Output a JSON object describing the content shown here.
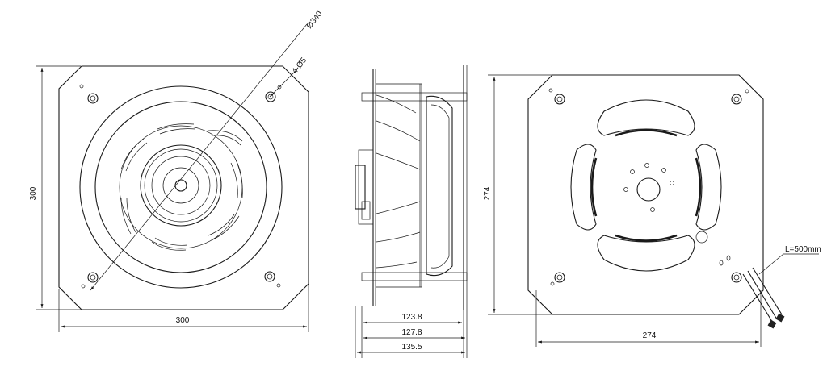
{
  "drawing": {
    "front_view": {
      "width_label": "300",
      "height_label": "300",
      "diameter_label": "Ø340",
      "holes_label": "4-Ø5"
    },
    "side_view": {
      "dims": [
        "123.8",
        "127.8",
        "135.5"
      ]
    },
    "rear_view": {
      "width_label": "274",
      "height_label": "274",
      "cable_label": "L=500mm"
    }
  }
}
